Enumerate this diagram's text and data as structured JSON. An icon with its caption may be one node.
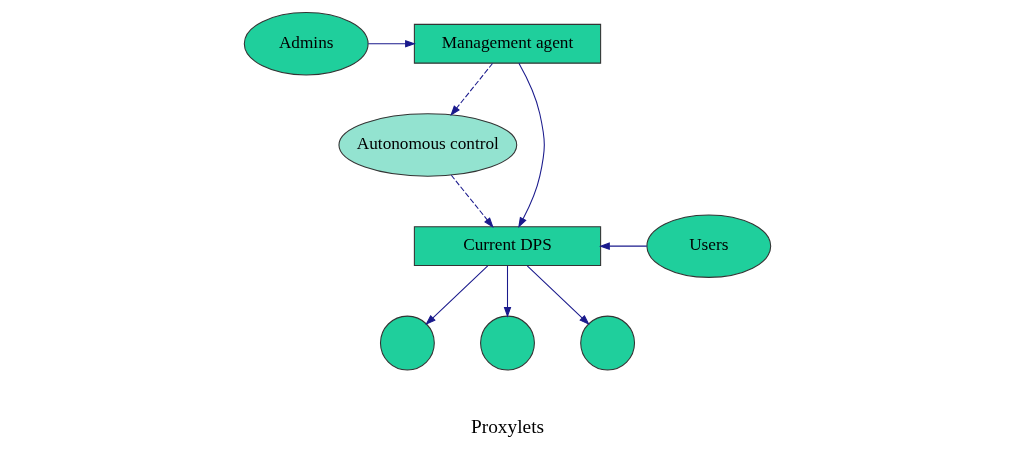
{
  "diagram": {
    "nodes": [
      {
        "text": [
          "Management agent"
        ]
      },
      {
        "text": [
          "Admins"
        ]
      },
      {
        "text": [
          "Autonomous control"
        ]
      },
      {
        "text": [
          "Users"
        ]
      },
      {
        "text": [
          "Current DPS"
        ]
      },
      {
        "text": [],
        "shape": "circle"
      },
      {
        "text": [],
        "shape": "circle"
      },
      {
        "text": [],
        "shape": "circle"
      }
    ],
    "edges": [
      {
        "from": 1,
        "to": 0,
        "arrow": "to"
      },
      {
        "from": 0,
        "to": 2,
        "arrow": "to",
        "style": "dashed"
      },
      {
        "from": 0,
        "to": 4,
        "arrow": "to"
      },
      {
        "from": 2,
        "to": 4,
        "arrow": "to",
        "style": "dashed"
      },
      {
        "from": 3,
        "to": 4,
        "arrow": "to"
      },
      {
        "from": 4,
        "to": 5,
        "arrow": "to"
      },
      {
        "from": 4,
        "to": 6,
        "arrow": "to"
      },
      {
        "from": 4,
        "to": 7,
        "arrow": "to"
      }
    ],
    "labels": [
      "Proxylets"
    ]
  }
}
